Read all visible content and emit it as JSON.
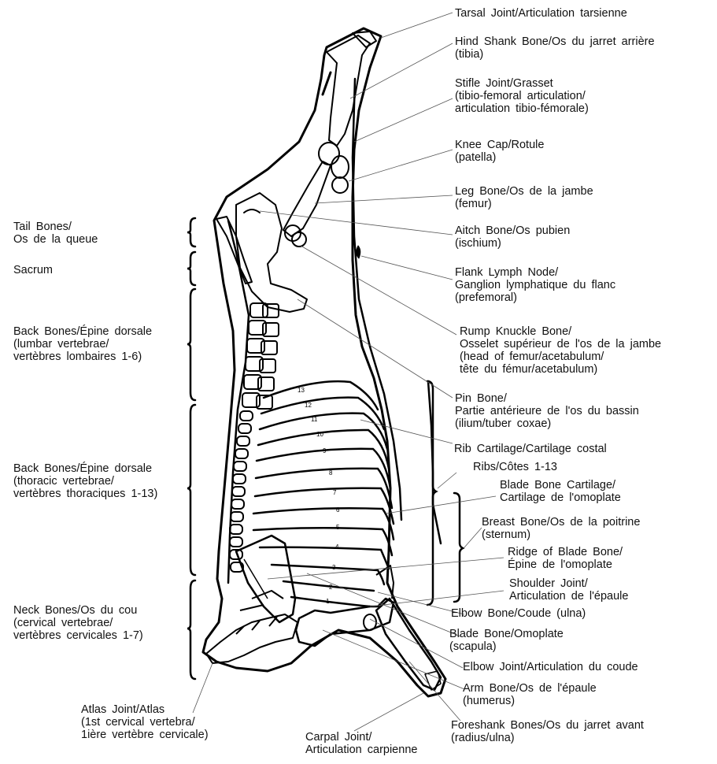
{
  "diagram": {
    "subject": "Beef carcass skeleton (side view)",
    "rib_numbers": [
      "13",
      "12",
      "11",
      "10",
      "9",
      "8",
      "7",
      "6",
      "5",
      "4",
      "3",
      "2",
      "1"
    ]
  },
  "labels_right": [
    {
      "id": "tarsal-joint",
      "lines": [
        "Tarsal Joint/Articulation tarsienne"
      ]
    },
    {
      "id": "hind-shank-bone",
      "lines": [
        "Hind Shank Bone/Os du jarret arrière",
        "(tibia)"
      ]
    },
    {
      "id": "stifle-joint",
      "lines": [
        "Stifle Joint/Grasset",
        "(tibio-femoral articulation/",
        "articulation tibio-fémorale)"
      ]
    },
    {
      "id": "knee-cap",
      "lines": [
        "Knee Cap/Rotule",
        "(patella)"
      ]
    },
    {
      "id": "leg-bone",
      "lines": [
        "Leg Bone/Os de la jambe",
        "(femur)"
      ]
    },
    {
      "id": "aitch-bone",
      "lines": [
        "Aitch Bone/Os pubien",
        "(ischium)"
      ]
    },
    {
      "id": "flank-lymph-node",
      "lines": [
        "Flank Lymph Node/",
        "Ganglion lymphatique du flanc",
        "(prefemoral)"
      ]
    },
    {
      "id": "rump-knuckle-bone",
      "lines": [
        "Rump Knuckle Bone/",
        "Osselet supérieur de l'os de la jambe",
        "(head of femur/acetabulum/",
        "tête du fémur/acetabulum)"
      ]
    },
    {
      "id": "pin-bone",
      "lines": [
        "Pin Bone/",
        "Partie antérieure de l'os du bassin",
        "(ilium/tuber coxae)"
      ]
    },
    {
      "id": "rib-cartilage",
      "lines": [
        "Rib Cartilage/Cartilage costal"
      ]
    },
    {
      "id": "ribs",
      "lines": [
        "Ribs/Côtes 1-13"
      ]
    },
    {
      "id": "blade-bone-cartilage",
      "lines": [
        "Blade Bone Cartilage/",
        "Cartilage de l'omoplate"
      ]
    },
    {
      "id": "breast-bone",
      "lines": [
        "Breast Bone/Os de la poitrine",
        "(sternum)"
      ]
    },
    {
      "id": "ridge-of-blade-bone",
      "lines": [
        "Ridge of Blade Bone/",
        "Épine de l'omoplate"
      ]
    },
    {
      "id": "shoulder-joint",
      "lines": [
        "Shoulder Joint/",
        "Articulation de l'épaule"
      ]
    },
    {
      "id": "elbow-bone",
      "lines": [
        "Elbow Bone/Coude (ulna)"
      ]
    },
    {
      "id": "blade-bone",
      "lines": [
        "Blade Bone/Omoplate",
        "(scapula)"
      ]
    },
    {
      "id": "elbow-joint",
      "lines": [
        "Elbow Joint/Articulation du coude"
      ]
    },
    {
      "id": "arm-bone",
      "lines": [
        "Arm Bone/Os de l'épaule",
        "(humerus)"
      ]
    },
    {
      "id": "foreshank-bones",
      "lines": [
        "Foreshank Bones/Os du jarret avant",
        "(radius/ulna)"
      ]
    }
  ],
  "labels_left": [
    {
      "id": "tail-bones",
      "lines": [
        "Tail Bones/",
        "Os de la queue"
      ]
    },
    {
      "id": "sacrum",
      "lines": [
        "Sacrum"
      ]
    },
    {
      "id": "lumbar-back-bones",
      "lines": [
        "Back Bones/Épine dorsale",
        "(lumbar vertebrae/",
        "vertèbres lombaires 1-6)"
      ]
    },
    {
      "id": "thoracic-back-bones",
      "lines": [
        "Back Bones/Épine dorsale",
        "(thoracic vertebrae/",
        "vertèbres thoraciques 1-13)"
      ]
    },
    {
      "id": "neck-bones",
      "lines": [
        "Neck Bones/Os du cou",
        "(cervical vertebrae/",
        "vertèbres cervicales 1-7)"
      ]
    }
  ],
  "labels_bottom": [
    {
      "id": "atlas-joint",
      "lines": [
        "Atlas Joint/Atlas",
        "(1st cervical vertebra/",
        "1ière vertèbre cervicale)"
      ]
    },
    {
      "id": "carpal-joint",
      "lines": [
        "Carpal Joint/",
        "Articulation carpienne"
      ]
    }
  ]
}
